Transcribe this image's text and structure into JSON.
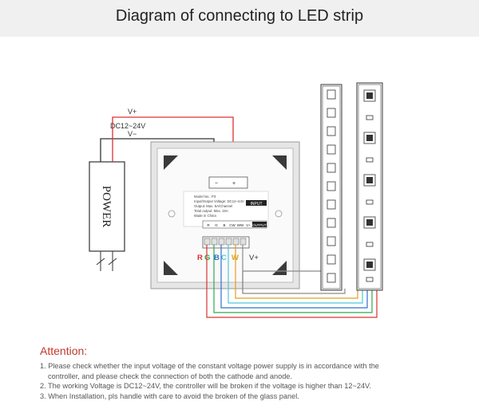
{
  "header": {
    "title": "Diagram of connecting to LED strip"
  },
  "power_supply": {
    "label": "POWER",
    "wire_labels": {
      "vplus": "V+",
      "dc": "DC12~24V",
      "vminus": "V−"
    }
  },
  "controller": {
    "input_label": "INPUT",
    "input_signs": [
      "−",
      "+"
    ],
    "output_label": "OUTPUT",
    "output_terminals": [
      "R",
      "G",
      "B",
      "CW",
      "WW",
      "V+"
    ],
    "spec_lines": [
      "Model No.: P3",
      "Input/Output Voltage: DC12~24V",
      "Output: Max. 5A/Channel",
      "Total output: Max. 15A",
      "Made in China"
    ],
    "channel_labels": [
      {
        "text": "R",
        "color": "#e03030"
      },
      {
        "text": "G",
        "color": "#2fa84f"
      },
      {
        "text": "B",
        "color": "#2f6fd6"
      },
      {
        "text": "C",
        "color": "#4fc6d8"
      },
      {
        "text": "W",
        "color": "#e0a020"
      },
      {
        "text": "V+",
        "color": "#333333"
      }
    ]
  },
  "colors": {
    "red": "#e03030",
    "green": "#2fa84f",
    "blue": "#2f6fd6",
    "cyan": "#4fc6d8",
    "yellow": "#e0a020",
    "gray": "#8a8a8a"
  },
  "attention": {
    "title": "Attention:",
    "notes": [
      "1. Please check whether the input voltage of the constant voltage power supply is in accordance with the",
      "controller, and please check the connection of both the cathode and anode.",
      "2. The working Voltage is DC12~24V, the controller will be broken if the voltage is higher than 12~24V.",
      "3. When Installation, pls handle with care to avoid the broken of the glass panel."
    ]
  }
}
